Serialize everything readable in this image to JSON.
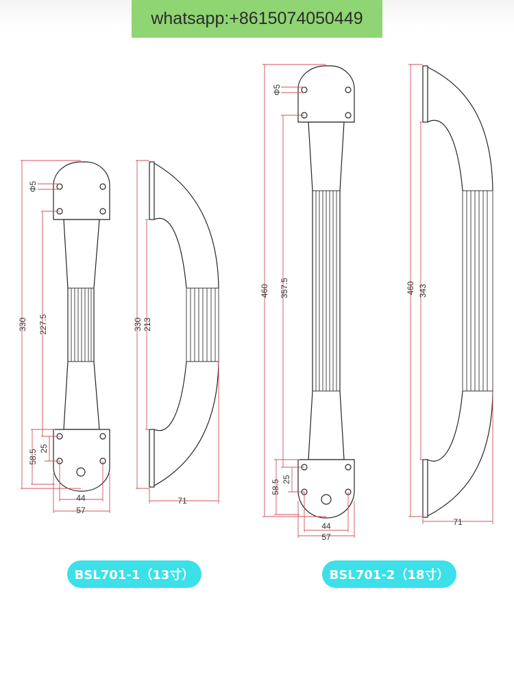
{
  "contact_banner": "whatsapp:+8615074050449",
  "models": [
    {
      "name": "BSL701-1（13寸）",
      "front_view": {
        "diameter": "Φ5",
        "total_length": "330",
        "hole_spacing": "227.5",
        "base_depth": "58.5",
        "hole_offset": "25",
        "inner_width": "44",
        "outer_width": "57"
      },
      "side_view": {
        "total_length": "330",
        "grip_length": "213",
        "projection": "71"
      }
    },
    {
      "name": "BSL701-2（18寸）",
      "front_view": {
        "diameter": "Φ5",
        "total_length": "460",
        "hole_spacing": "357.5",
        "base_depth": "58.5",
        "hole_offset": "25",
        "inner_width": "44",
        "outer_width": "57"
      },
      "side_view": {
        "total_length": "460",
        "grip_length": "343",
        "projection": "71"
      }
    }
  ],
  "colors": {
    "label_bg": "#3be0e8",
    "banner_bg": "#8fd573",
    "dimension_line": "#d0505a",
    "outline": "#222222"
  }
}
